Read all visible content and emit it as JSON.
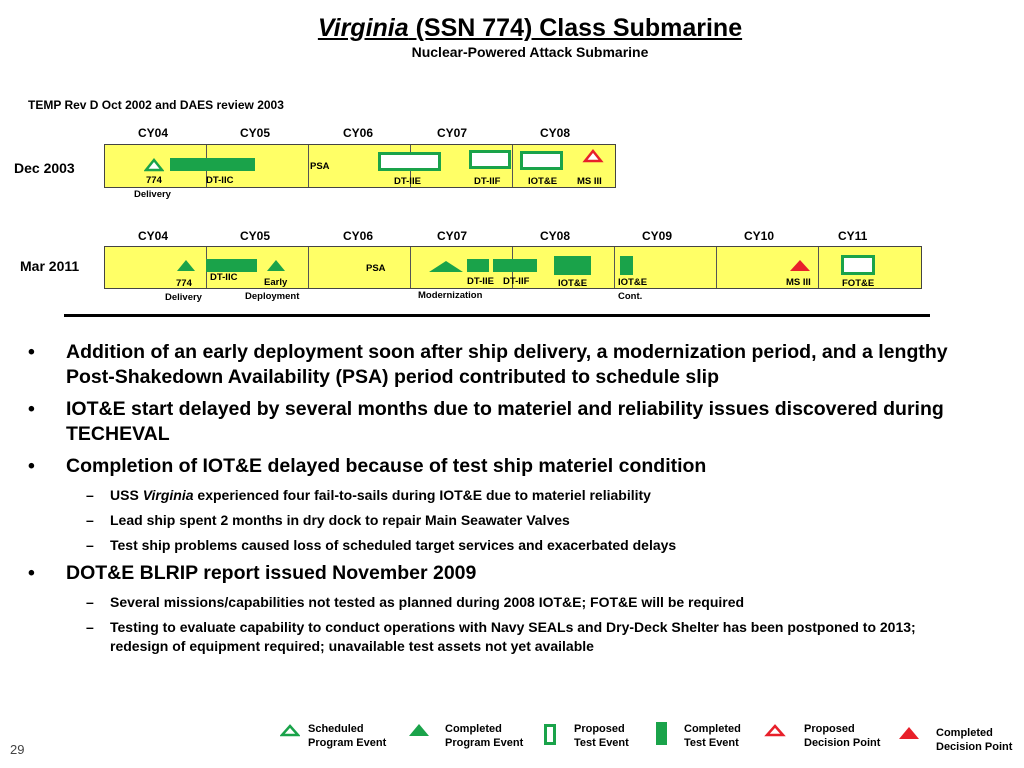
{
  "title": {
    "italic": "Virginia",
    "rest": " (SSN 774) Class Submarine",
    "subtitle": "Nuclear-Powered Attack Submarine"
  },
  "caption": "TEMP Rev D Oct 2002 and DAES review 2003",
  "timeline_dec2003": {
    "label": "Dec 2003",
    "years": [
      "CY04",
      "CY05",
      "CY06",
      "CY07",
      "CY08"
    ],
    "labels": {
      "delivery_774": "774",
      "delivery_word": "Delivery",
      "dt_iic": "DT-IIC",
      "psa": "PSA",
      "dt_iie": "DT-IIE",
      "dt_iif": "DT-IIF",
      "iote": "IOT&E",
      "ms3": "MS III"
    }
  },
  "timeline_mar2011": {
    "label": "Mar 2011",
    "years": [
      "CY04",
      "CY05",
      "CY06",
      "CY07",
      "CY08",
      "CY09",
      "CY10",
      "CY11"
    ],
    "labels": {
      "delivery_774": "774",
      "delivery_word": "Delivery",
      "dt_iic": "DT-IIC",
      "early": "Early",
      "deployment": "Deployment",
      "psa": "PSA",
      "modernization": "Modernization",
      "dt_iie": "DT-IIE",
      "dt_iif": "DT-IIF",
      "iote": "IOT&E",
      "iote_cont_1": "IOT&E",
      "iote_cont_2": "Cont.",
      "ms3": "MS III",
      "fote": "FOT&E"
    }
  },
  "bullets": [
    {
      "text": "Addition of an early deployment soon after ship delivery, a modernization period, and a lengthy Post-Shakedown Availability (PSA) period contributed to schedule slip",
      "subs": []
    },
    {
      "text": "IOT&E start delayed by several months due to materiel and reliability issues discovered during TECHEVAL",
      "subs": []
    },
    {
      "text": "Completion of IOT&E delayed because of test ship materiel condition",
      "subs": [
        {
          "pre": "USS ",
          "italic": "Virginia",
          "post": " experienced four fail-to-sails during IOT&E due to materiel reliability"
        },
        {
          "pre": "Lead ship spent 2 months in dry dock to repair Main Seawater Valves",
          "italic": "",
          "post": ""
        },
        {
          "pre": "Test ship problems caused loss of scheduled target services and exacerbated delays",
          "italic": "",
          "post": ""
        }
      ]
    },
    {
      "text": "DOT&E BLRIP report issued November 2009",
      "subs": [
        {
          "pre": "Several missions/capabilities not tested as planned during 2008 IOT&E; FOT&E will be required",
          "italic": "",
          "post": ""
        },
        {
          "pre": "Testing to evaluate capability to conduct operations with Navy SEALs and Dry-Deck Shelter has been postponed to 2013; redesign of equipment required; unavailable test assets not yet available",
          "italic": "",
          "post": ""
        }
      ]
    }
  ],
  "bullet_symbol": "•",
  "dash_symbol": "–",
  "legend": [
    {
      "line1": "Scheduled",
      "line2": "Program Event",
      "icon": "open-triangle-icon"
    },
    {
      "line1": "Completed",
      "line2": "Program Event",
      "icon": "filled-triangle-icon"
    },
    {
      "line1": "Proposed",
      "line2": "Test Event",
      "icon": "open-rectangle-icon"
    },
    {
      "line1": "Completed",
      "line2": "Test Event",
      "icon": "filled-rectangle-icon"
    },
    {
      "line1": "Proposed",
      "line2": "Decision Point",
      "icon": "open-red-triangle-icon"
    },
    {
      "line1": "Completed",
      "line2": "Decision Point",
      "icon": "filled-red-triangle-icon"
    }
  ],
  "colors": {
    "green": "#1aa34a",
    "red": "#e8202a",
    "bar": "#ffff66"
  },
  "page_number": "29"
}
